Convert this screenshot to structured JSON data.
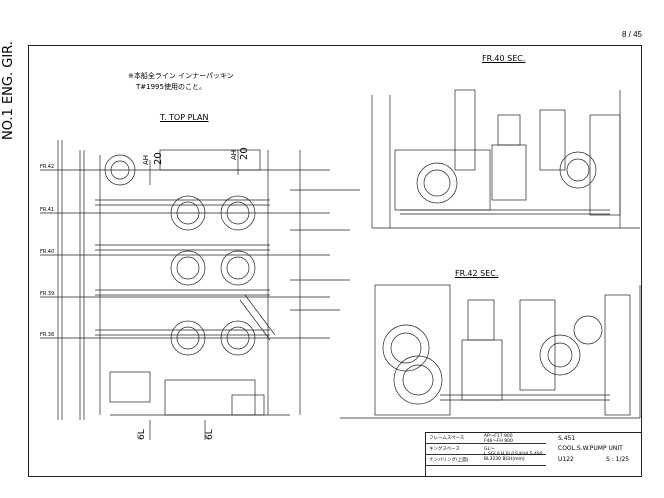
{
  "page_number": "8 / 45",
  "notes": {
    "line1": "※本船全ライン インナーパッキン",
    "line2": "T#1995使用のこと。"
  },
  "views": {
    "top_plan": "T. TOP PLAN",
    "fr40": "FR.40 SEC.",
    "fr42": "FR.42 SEC.",
    "side_label": "NO.1 ENG. GIR."
  },
  "frames": [
    "FR.42",
    "FR.41",
    "FR.40",
    "FR.39",
    "FR.38"
  ],
  "dims": {
    "d1": "20",
    "d2": "20",
    "d3": "AH",
    "d4": "AH",
    "d5": "6L",
    "d6": "6L"
  },
  "title_block": {
    "rows": [
      {
        "k": "フレームスペース",
        "v1": "AP〜F17 900",
        "v2": "F46〜FH 900"
      },
      {
        "k": "キングスペース",
        "v1": "GL〜L.SGL/LH,SL/LS,KH/LS,4S0",
        "v2": ""
      },
      {
        "k": "ナンバリング(上面)",
        "v1": "BL3230 BGH(mm)",
        "v2": ""
      }
    ],
    "drawing_no": "S.451",
    "drawing_title": "COOL.S.W.PUMP UNIT",
    "code": "U122",
    "scale": "S : 1/25"
  }
}
